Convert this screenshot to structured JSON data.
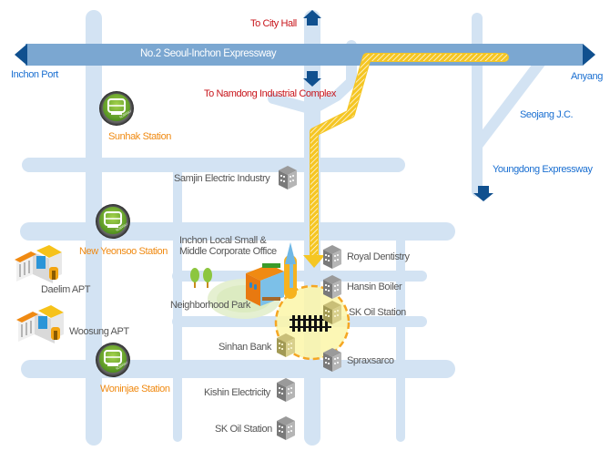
{
  "map": {
    "colors": {
      "road": "#d3e3f3",
      "expressway": "#7ba7d1",
      "arrow": "#10508f",
      "route": "#f5c623",
      "destination_text": "#c8151b",
      "direction_text": "#1a6fd1",
      "station_text": "#f08a12",
      "place_text": "#555555",
      "highlight_area": "#fbf6a8"
    },
    "expressway": {
      "name": "No.2 Seoul-Inchon Expressway",
      "west_end": "Inchon Port",
      "east_end": "Anyang"
    },
    "directions": {
      "north": "To City Hall",
      "south": "To Namdong Industrial Complex",
      "junction": "Seojang J.C.",
      "southeast": "Youngdong Expressway"
    },
    "stations": [
      {
        "name": "Sunhak Station",
        "icon": "subway-icon"
      },
      {
        "name": "New Yeonsoo Station",
        "icon": "subway-icon"
      },
      {
        "name": "Woninjae Station",
        "icon": "subway-icon"
      }
    ],
    "apartments": [
      {
        "name": "Daelim APT",
        "icon": "apartment-icon"
      },
      {
        "name": "Woosung APT",
        "icon": "apartment-icon"
      }
    ],
    "destination": {
      "name_line1": "Inchon Local Small &",
      "name_line2": "Middle Corporate Office",
      "icon": "office-building-icon"
    },
    "park": {
      "name": "Neighborhood Park",
      "icon": "tree-icon"
    },
    "landmarks": [
      {
        "name": "Samjin Electric Industry",
        "icon": "building-icon"
      },
      {
        "name": "Royal Dentistry",
        "icon": "building-icon"
      },
      {
        "name": "Hansin Boiler",
        "icon": "building-icon"
      },
      {
        "name": "SK Oil Station",
        "icon": "building-icon"
      },
      {
        "name": "Sinhan Bank",
        "icon": "building-icon"
      },
      {
        "name": "Spraxsarco",
        "icon": "building-icon"
      },
      {
        "name": "Kishin Electricity",
        "icon": "building-icon"
      },
      {
        "name": "SK Oil Station",
        "icon": "building-icon"
      }
    ],
    "railroad": {
      "icon": "railroad-crossing-icon"
    }
  }
}
